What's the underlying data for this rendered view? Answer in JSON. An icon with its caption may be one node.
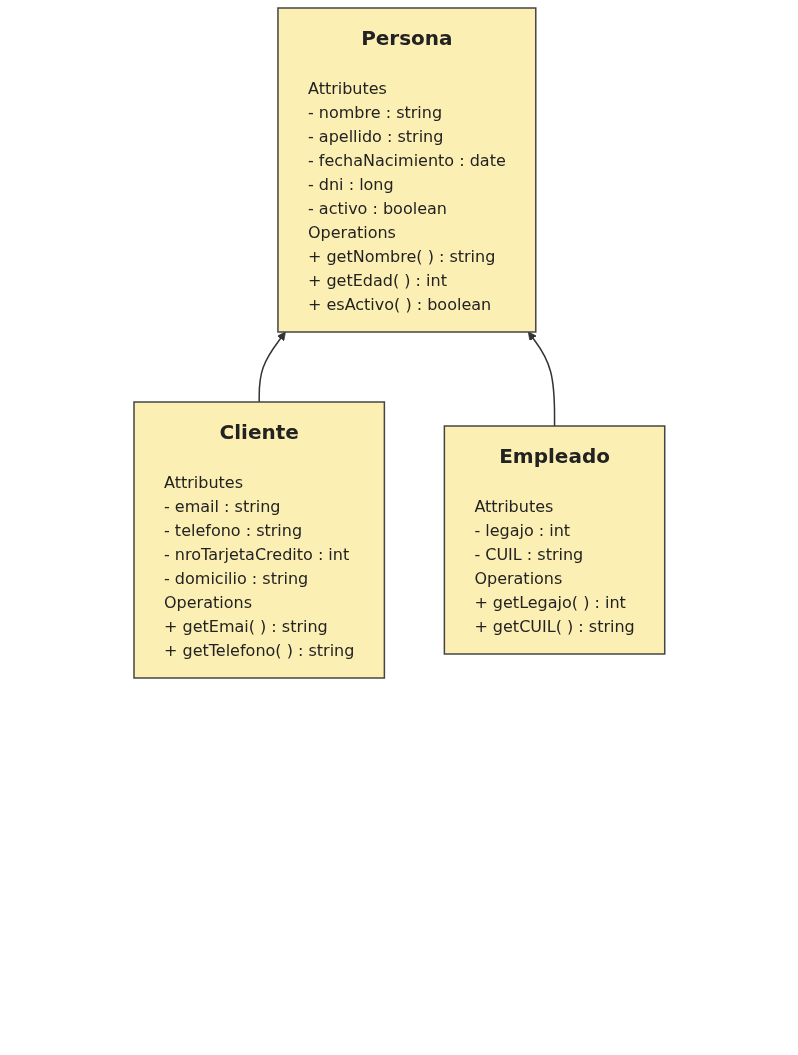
{
  "diagram": {
    "nodes": [
      {
        "text": [
          "Persona",
          "Attributes",
          "- nombre : string",
          "- apellido : string",
          "- fechaNacimiento : date",
          "- dni : long",
          "- activo : boolean",
          "Operations",
          "+ getNombre( ) : string",
          "+ getEdad( ) : int",
          "+ esActivo( ) : boolean"
        ]
      },
      {
        "text": [
          "Cliente",
          "Attributes",
          "- email : string",
          "- telefono : string",
          "- nroTarjetaCredito : int",
          "- domicilio : string",
          "Operations",
          "+ getEmai( ) : string",
          "+ getTelefono( ) : string"
        ]
      },
      {
        "text": [
          "Empleado",
          "Attributes",
          "- legajo : int",
          "- CUIL : string",
          "Operations",
          "+ getLegajo( ) : int",
          "+ getCUIL( ) : string"
        ]
      }
    ],
    "edges": [
      {
        "from": 1,
        "to": 0,
        "arrow": "to"
      },
      {
        "from": 2,
        "to": 0,
        "arrow": "to"
      }
    ]
  }
}
